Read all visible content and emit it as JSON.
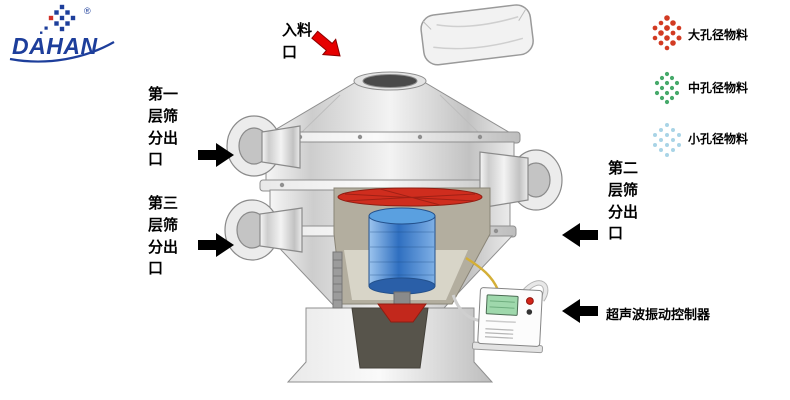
{
  "page": {
    "background": "#ffffff"
  },
  "logo": {
    "brand": "DAHAN",
    "registered": "®"
  },
  "labels": {
    "feed_inlet": "入料口",
    "outlet_layer1": "第一层筛分出口",
    "outlet_layer3": "第三层筛分出口",
    "outlet_layer2": "第二层筛分出口",
    "controller": "超声波振动控制器"
  },
  "legend": {
    "items": [
      {
        "id": "large",
        "label": "大孔径物料",
        "dot_color": "#d23b23"
      },
      {
        "id": "medium",
        "label": "中孔径物料",
        "dot_color": "#46a96a"
      },
      {
        "id": "small",
        "label": "小孔径物料",
        "dot_color": "#a9d4e6"
      }
    ]
  },
  "colors": {
    "brand_blue": "#1d3e9b",
    "feed_arrow_red": "#e60000",
    "outlet_arrow_black": "#000000",
    "motor_blue": "#2f6fc0",
    "screen_mesh_red": "#cf2d1e",
    "controller_screen_green": "#9fd8ac",
    "cable_yellow": "#d4af37"
  }
}
